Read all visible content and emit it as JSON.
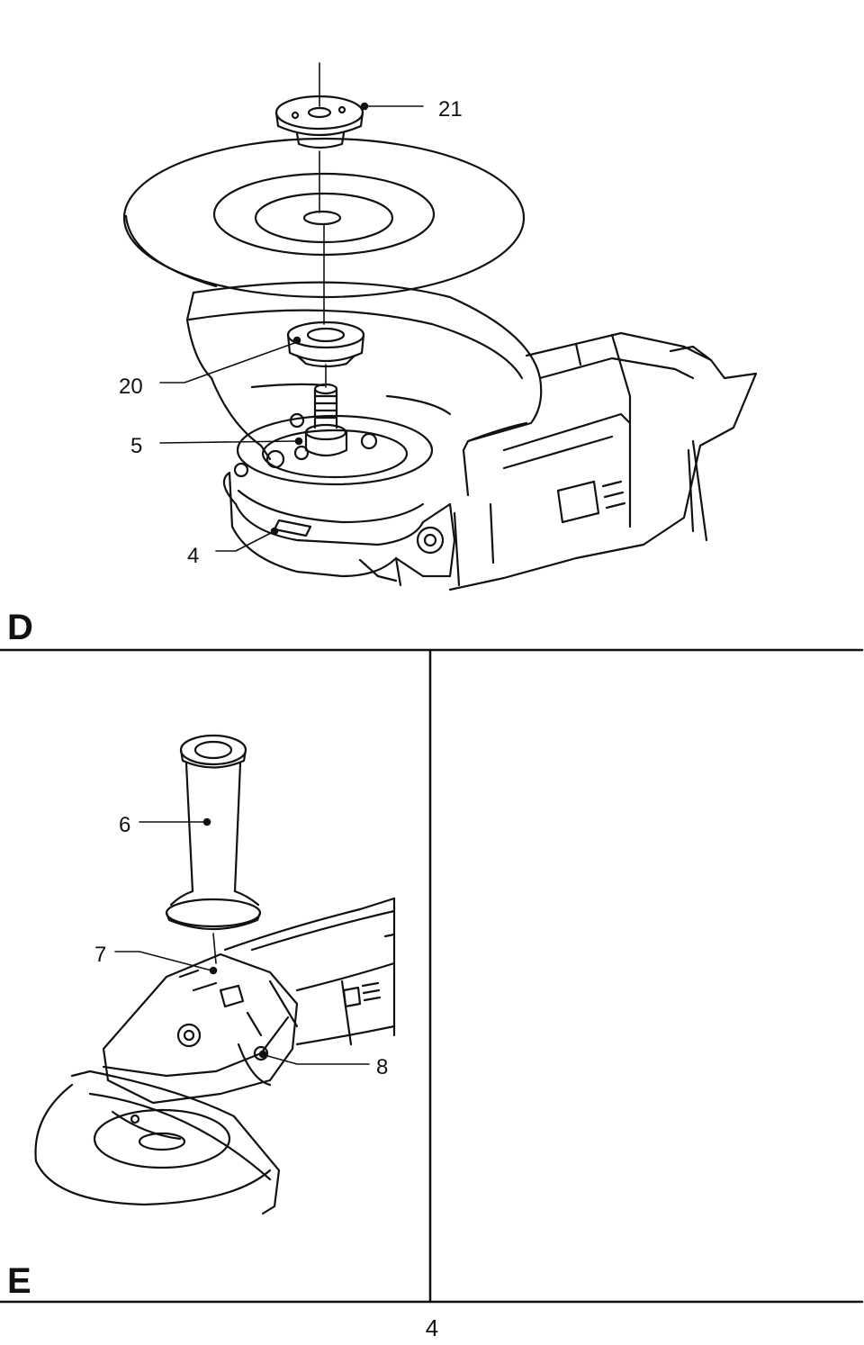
{
  "figure_d": {
    "letter": "D",
    "callouts": {
      "flange_nut": "21",
      "inner_flange": "20",
      "spindle_lock": "5",
      "guard_clamp": "4"
    }
  },
  "figure_e": {
    "letter": "E",
    "callouts": {
      "side_handle": "6",
      "handle_hole_top": "7",
      "handle_hole_side": "8"
    }
  },
  "page_number": "4"
}
